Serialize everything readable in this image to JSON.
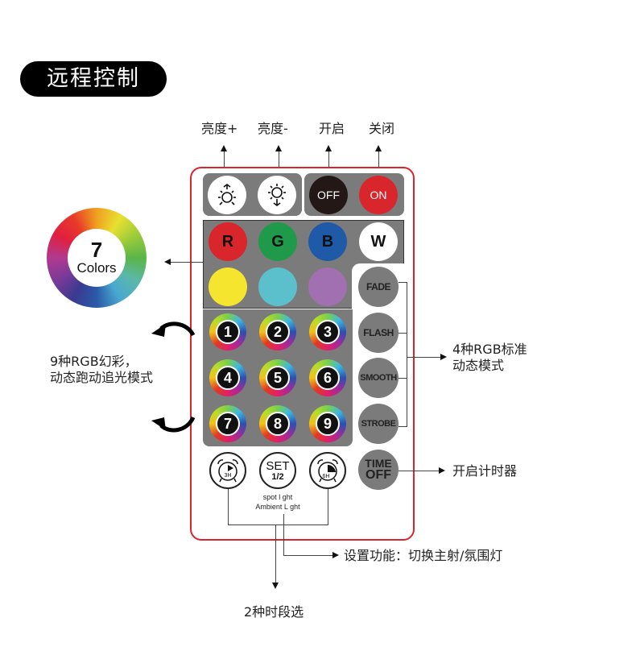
{
  "title": "远程控制",
  "top_labels": {
    "brightness_up": "亮度+",
    "brightness_down": "亮度-",
    "power_on": "开启",
    "power_off": "关闭"
  },
  "remote": {
    "power_buttons": [
      {
        "id": "brightness-up",
        "icon": "sun-up-icon",
        "bg": "#ffffff"
      },
      {
        "id": "brightness-down",
        "icon": "sun-down-icon",
        "bg": "#ffffff"
      },
      {
        "id": "off",
        "label": "OFF",
        "bg": "#231815",
        "fg": "#ffffff"
      },
      {
        "id": "on",
        "label": "ON",
        "bg": "#d8262c",
        "fg": "#ffffff"
      }
    ],
    "color_buttons": [
      {
        "label": "R",
        "color": "#d8262c"
      },
      {
        "label": "G",
        "color": "#1f9a4a"
      },
      {
        "label": "B",
        "color": "#1e5aa8"
      },
      {
        "label": "W",
        "color": "#ffffff"
      },
      {
        "label": "",
        "color": "#f5e52e"
      },
      {
        "label": "",
        "color": "#5bbfcc"
      },
      {
        "label": "",
        "color": "#a070b0"
      }
    ],
    "mode_buttons": [
      "FADE",
      "FLASH",
      "SMOOTH",
      "STROBE"
    ],
    "number_buttons": [
      "1",
      "2",
      "3",
      "4",
      "5",
      "6",
      "7",
      "8",
      "9"
    ],
    "timer_3h": "3H",
    "timer_6h": "6H",
    "set_label": "SET",
    "set_sub": "1/2",
    "spotlight": "spot l ght",
    "ambient": "Ambient L ght",
    "time_off_1": "TIME",
    "time_off_2": "OFF"
  },
  "wheel": {
    "number": "7",
    "label": "Colors"
  },
  "annotations": {
    "rgb9_line1": "9种RGB幻彩，",
    "rgb9_line2": "动态跑动追光模式",
    "rgb4_line1": "4种RGB标准",
    "rgb4_line2": "动态模式",
    "timer": "开启计时器",
    "set_function": "设置功能：切换主射/氛围灯",
    "time_select": "2种时段选"
  },
  "colors": {
    "frame_red": "#d8262c",
    "panel_gray": "#7b7b7b"
  }
}
